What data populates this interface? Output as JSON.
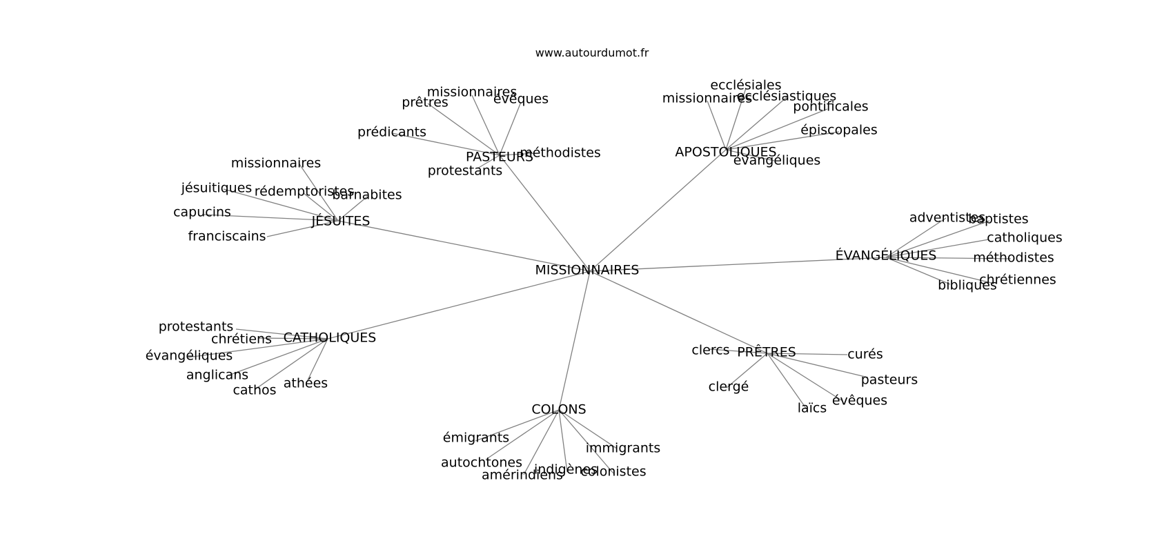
{
  "source_label": "www.autourdumot.fr",
  "colors": {
    "edge": "#808080",
    "text": "#000000",
    "background": "#ffffff"
  },
  "root": {
    "id": "missionnaires",
    "label": "MISSIONNAIRES"
  },
  "groups": [
    {
      "id": "pasteurs",
      "label": "PASTEURS",
      "words": [
        "missionnaires",
        "prêtres",
        "évêques",
        "prédicants",
        "méthodistes",
        "protestants"
      ]
    },
    {
      "id": "apostoliques",
      "label": "APOSTOLIQUES",
      "words": [
        "ecclésiales",
        "missionnaires",
        "ecclésiastiques",
        "pontificales",
        "épiscopales",
        "évangéliques"
      ]
    },
    {
      "id": "jesuites",
      "label": "JÉSUITES",
      "words": [
        "missionnaires",
        "jésuitiques",
        "rédemptoristes",
        "barnabites",
        "capucins",
        "franciscains"
      ]
    },
    {
      "id": "evangeliques",
      "label": "ÉVANGÉLIQUES",
      "words": [
        "adventistes",
        "baptistes",
        "catholiques",
        "méthodistes",
        "chrétiennes",
        "bibliques"
      ]
    },
    {
      "id": "catholiques",
      "label": "CATHOLIQUES",
      "words": [
        "protestants",
        "chrétiens",
        "évangéliques",
        "anglicans",
        "cathos",
        "athées"
      ]
    },
    {
      "id": "pretres",
      "label": "PRÊTRES",
      "words": [
        "clercs",
        "curés",
        "pasteurs",
        "clergé",
        "évêques",
        "laïcs"
      ]
    },
    {
      "id": "colons",
      "label": "COLONS",
      "words": [
        "émigrants",
        "immigrants",
        "autochtones",
        "indigènes",
        "colonistes",
        "amérindiens"
      ]
    }
  ]
}
